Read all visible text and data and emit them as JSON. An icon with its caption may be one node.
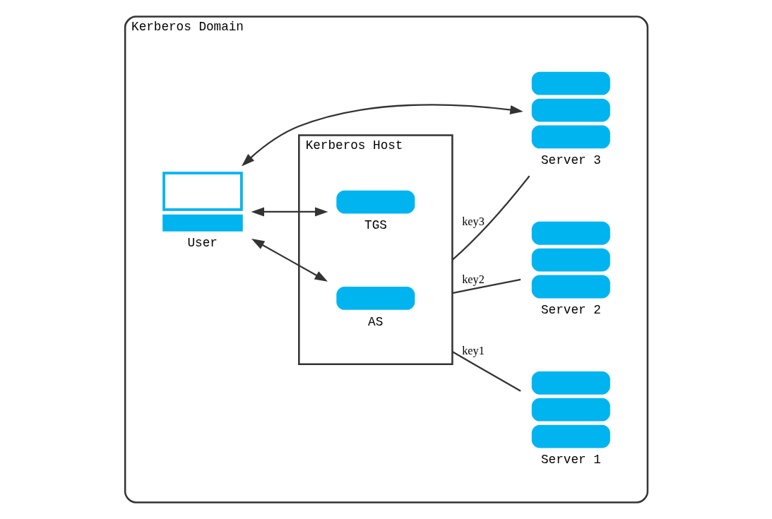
{
  "diagram": {
    "nodes": [
      {
        "text": [
          "Kerberos Domain"
        ]
      },
      {
        "text": [
          "Kerberos Host"
        ],
        "in": 0
      },
      {
        "text": [
          "AS"
        ],
        "in": 1
      },
      {
        "text": [
          "TGS"
        ],
        "in": 1
      },
      {
        "text": [
          "Server 1"
        ],
        "in": 0
      },
      {
        "text": [
          "Server 2"
        ],
        "in": 0
      },
      {
        "text": [
          "Server 3"
        ],
        "in": 0
      },
      {
        "text": [
          "User"
        ],
        "in": 0
      }
    ],
    "edges": [
      {
        "from": 7,
        "to": 2,
        "arrow": "both"
      },
      {
        "from": 7,
        "to": 3,
        "arrow": "both"
      },
      {
        "from": 7,
        "to": 6,
        "arrow": "both"
      },
      {
        "from": 1,
        "to": 4,
        "arrow": "none",
        "label": "key1"
      },
      {
        "from": 1,
        "to": 5,
        "arrow": "none",
        "label": "key2"
      },
      {
        "from": 1,
        "to": 6,
        "arrow": "none",
        "label": "key3"
      }
    ]
  }
}
